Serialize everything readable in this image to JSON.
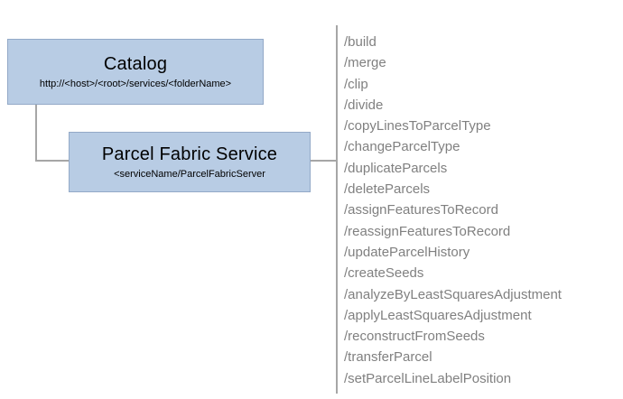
{
  "diagram": {
    "catalog": {
      "title": "Catalog",
      "subtitle": "http://<host>/<root>/services/<folderName>"
    },
    "service": {
      "title": "Parcel Fabric Service",
      "subtitle": "<serviceName/ParcelFabricServer"
    },
    "endpoints": [
      "/build",
      "/merge",
      "/clip",
      "/divide",
      "/copyLinesToParcelType",
      "/changeParcelType",
      "/duplicateParcels",
      "/deleteParcels",
      "/assignFeaturesToRecord",
      "/reassignFeaturesToRecord",
      "/updateParcelHistory",
      "/createSeeds",
      "/analyzeByLeastSquaresAdjustment",
      "/applyLeastSquaresAdjustment",
      "/reconstructFromSeeds",
      "/transferParcel",
      "/setParcelLineLabelPosition"
    ],
    "colors": {
      "box_fill": "#b8cce4",
      "box_border": "#93a9c7",
      "line": "#a6a6a6",
      "endpoint_text": "#808080"
    }
  }
}
